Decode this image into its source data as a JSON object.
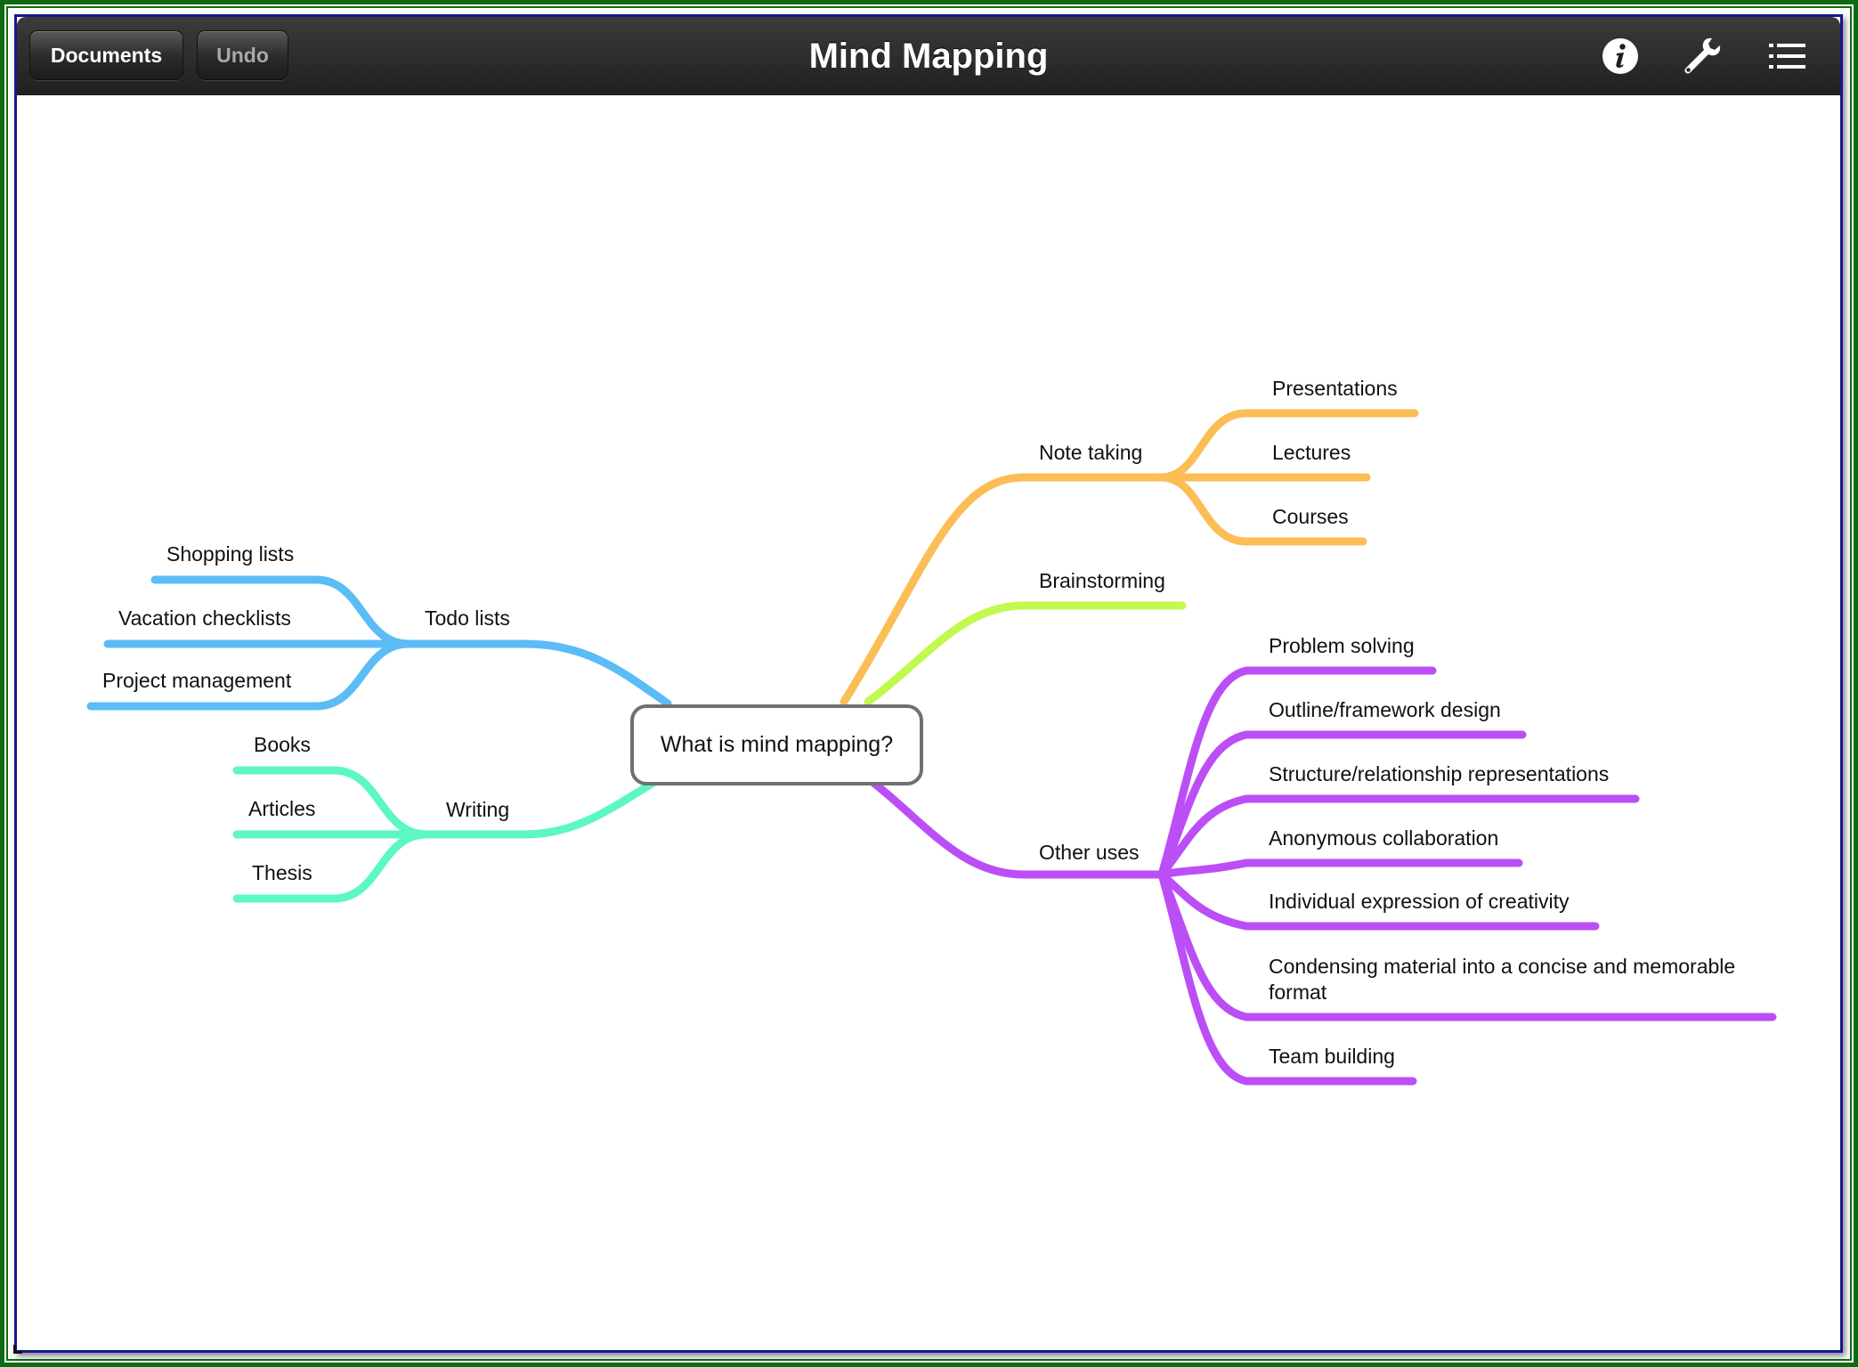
{
  "toolbar": {
    "documents_label": "Documents",
    "undo_label": "Undo",
    "title": "Mind Mapping",
    "icons": [
      "info-icon",
      "wrench-icon",
      "list-icon"
    ]
  },
  "colors": {
    "todo": "#5bbcf6",
    "writing": "#5cf7c4",
    "note_taking": "#fbbd55",
    "brainstorming": "#c2f94f",
    "other_uses": "#bb4ef5",
    "center_border": "#707070"
  },
  "mindmap": {
    "center": "What is mind mapping?",
    "branches": {
      "todo": {
        "label": "Todo lists",
        "children": [
          "Shopping lists",
          "Vacation checklists",
          "Project management"
        ]
      },
      "writing": {
        "label": "Writing",
        "children": [
          "Books",
          "Articles",
          "Thesis"
        ]
      },
      "note_taking": {
        "label": "Note taking",
        "children": [
          "Presentations",
          "Lectures",
          "Courses"
        ]
      },
      "brainstorming": {
        "label": "Brainstorming",
        "children": []
      },
      "other_uses": {
        "label": "Other uses",
        "children": [
          "Problem solving",
          "Outline/framework design",
          "Structure/relationship representations",
          "Anonymous collaboration",
          "Individual expression of creativity",
          "Condensing material into a concise and memorable format",
          "Team building"
        ]
      }
    }
  }
}
